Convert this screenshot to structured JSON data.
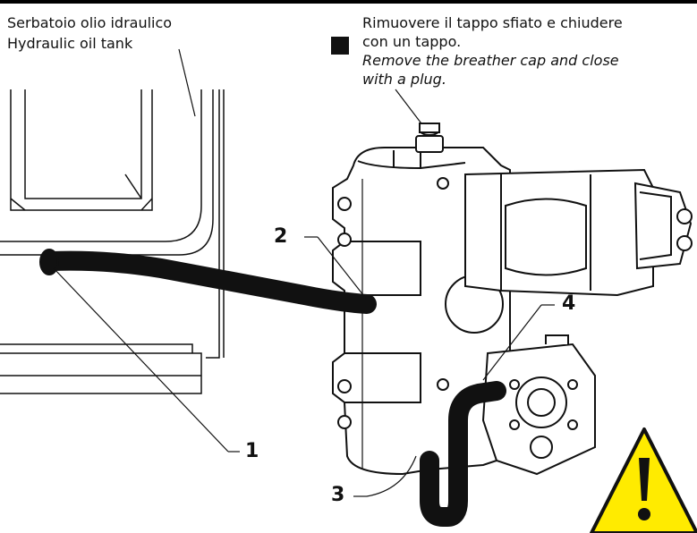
{
  "tank_label": {
    "it": "Serbatoio olio idraulico",
    "en": "Hydraulic oil tank"
  },
  "note": {
    "it_line1": "Rimuovere il tappo sfiato e chiudere",
    "it_line2": "con un tappo.",
    "en_line1": "Remove the breather cap and close",
    "en_line2": "with a plug."
  },
  "callouts": {
    "c1": "1",
    "c2": "2",
    "c3": "3",
    "c4": "4"
  },
  "colors": {
    "warning_yellow": "#FFEB00",
    "hose": "#111111"
  },
  "icons": {
    "warning": "warning-triangle-icon",
    "marker": "square-marker-icon"
  }
}
